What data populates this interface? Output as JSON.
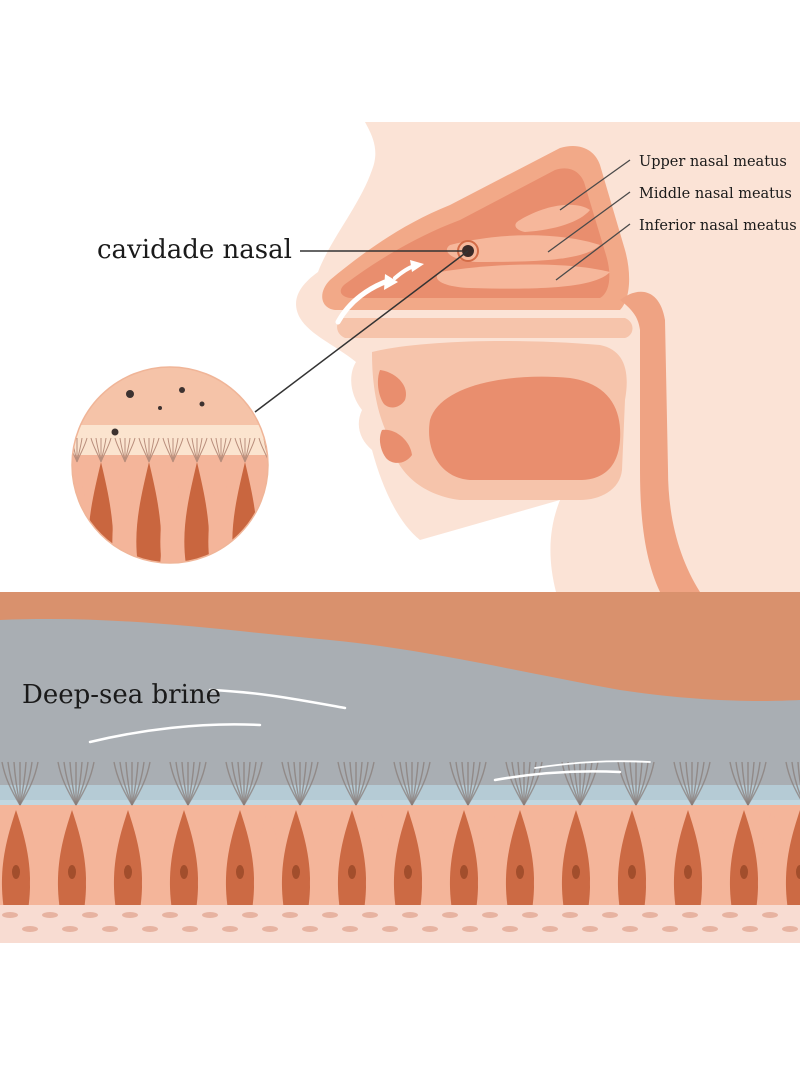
{
  "labels": {
    "nasal_cavity": "cavidade nasal",
    "upper_meatus": "Upper nasal meatus",
    "middle_meatus": "Middle nasal meatus",
    "inferior_meatus": "Inferior nasal meatus",
    "brine": "Deep-sea brine"
  },
  "colors": {
    "skin_light": "#fbe3d6",
    "skin_mid": "#f6c4ab",
    "tissue": "#e98e6e",
    "tissue_dark": "#d36c48",
    "cavity_wall": "#efa383",
    "band_brown": "#d9916d",
    "brine_grey": "#a9aeb3",
    "mucus_blue": "#b7d0db",
    "cell_light": "#f4b59a",
    "cell_dark": "#c9663f",
    "base_pink": "#f8dcd2"
  },
  "icons": [
    "airflow-arrow-icon",
    "particle-dot-icon",
    "cilia-icon"
  ]
}
